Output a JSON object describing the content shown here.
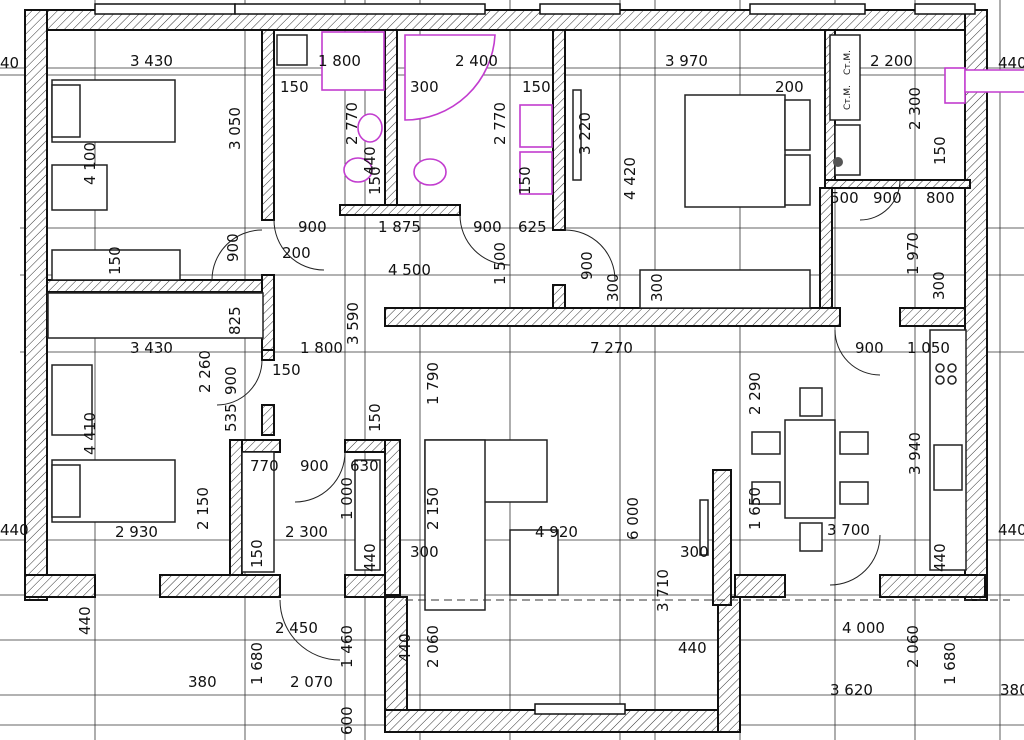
{
  "dimensions": {
    "d_3430_top": "3 430",
    "d_3050": "3 050",
    "d_4100": "4 100",
    "d_1800_top": "1 800",
    "d_150_a": "150",
    "d_2770_a": "2 770",
    "d_150_b": "150",
    "d_300_a": "300",
    "d_2400": "2 400",
    "d_150_c": "150",
    "d_2770_b": "2 770",
    "d_3220": "3 220",
    "d_150_d": "150",
    "d_3970": "3 970",
    "d_200_a": "200",
    "d_4420": "4 420",
    "d_2200": "2 200",
    "d_2300_a": "2 300",
    "d_150_e": "150",
    "d_500": "500",
    "d_900_a": "900",
    "d_800": "800",
    "d_1970": "1 970",
    "d_300_b": "300",
    "d_900_b": "900",
    "d_1875": "1 875",
    "d_900_c": "900",
    "d_625": "625",
    "d_200_b": "200",
    "d_900_d": "900",
    "d_4500": "4 500",
    "d_1500": "1 500",
    "d_900_e": "900",
    "d_300_c": "300",
    "d_300_d": "300",
    "d_150_f": "150",
    "d_3590": "3 590",
    "d_825": "825",
    "d_3430_mid": "3 430",
    "d_2260": "2 260",
    "d_1800_mid": "1 800",
    "d_150_g": "150",
    "d_7270": "7 270",
    "d_900_f": "900",
    "d_1050": "1 050",
    "d_1790": "1 790",
    "d_2290": "2 290",
    "d_3940": "3 940",
    "d_535": "535",
    "d_900_g": "900",
    "d_150_h": "150",
    "d_4410": "4 410",
    "d_770": "770",
    "d_900_h": "900",
    "d_630": "630",
    "d_1000": "1 000",
    "d_2150_a": "2 150",
    "d_2150_b": "2 150",
    "d_2930": "2 930",
    "d_2300_b": "2 300",
    "d_150_i": "150",
    "d_440_a": "440",
    "d_4920": "4 920",
    "d_6000": "6 000",
    "d_300_e": "300",
    "d_300_f": "300",
    "d_1650": "1 650",
    "d_3700": "3 700",
    "d_440_b": "440",
    "d_3710": "3 710",
    "d_2450": "2 450",
    "d_1460": "1 460",
    "d_440_c": "440",
    "d_2060_a": "2 060",
    "d_440_d": "440",
    "d_4000": "4 000",
    "d_2060_b": "2 060",
    "d_1680_a": "1 680",
    "d_1680_b": "1 680",
    "d_2070": "2 070",
    "d_380_a": "380",
    "d_3620": "3 620",
    "d_380_b": "380",
    "d_600": "600",
    "d_440_e": "440",
    "d_440_f": "440",
    "d_440_g": "440",
    "d_440_h": "440",
    "d_440_i": "440",
    "d_40": "40"
  },
  "labels": {
    "stm_1": "Ст.М.",
    "stm_2": "Ст.М."
  },
  "colors": {
    "wall_stroke": "#111111",
    "plumbing": "#c23ccf"
  }
}
